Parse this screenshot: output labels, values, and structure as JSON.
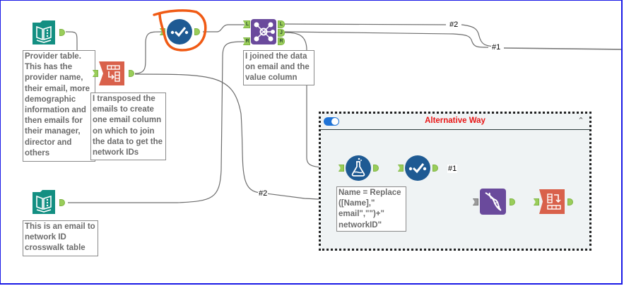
{
  "canvas": {
    "border_color": "#1a1ae6",
    "wire_labels": {
      "top_2": "#2",
      "top_1": "#1",
      "mid_2": "#2",
      "container_1": "#1"
    }
  },
  "tools": {
    "input_provider": {
      "type": "input-data",
      "color": "#138f82"
    },
    "transpose": {
      "type": "transpose",
      "color": "#d9614b"
    },
    "select_top": {
      "type": "select",
      "color": "#1e5a93",
      "annotation": "orange-circle-highlight",
      "highlight_color": "#f05a14"
    },
    "join": {
      "type": "join",
      "color": "#6a4a9c",
      "anchors_in": [
        "L",
        "R"
      ],
      "anchors_out": [
        "L",
        "J",
        "R"
      ]
    },
    "input_crosswalk": {
      "type": "input-data",
      "color": "#138f82"
    },
    "formula": {
      "type": "formula",
      "color": "#1e5a93"
    },
    "select_container": {
      "type": "select",
      "color": "#1e5a93"
    },
    "dynamic_rename": {
      "type": "dynamic-rename",
      "color": "#6a4a9c"
    },
    "crosstab": {
      "type": "cross-tab",
      "color": "#d9614b"
    }
  },
  "comments": {
    "provider": "Provider table. This has the provider name, their email, more demographic information and then emails for their manager, director and others",
    "transpose": "I transposed the emails to create one email column on which to join the data to get the network IDs",
    "join": "I joined the data on email and the value column",
    "crosswalk": "This is an email to network ID crosswalk table",
    "formula": "Name = Replace ([Name],\" email\",\"\")+\" networkID\""
  },
  "container": {
    "title": "Alternative Way",
    "title_color": "#e81616",
    "enabled": true,
    "collapse_icon": "chevron-up"
  }
}
